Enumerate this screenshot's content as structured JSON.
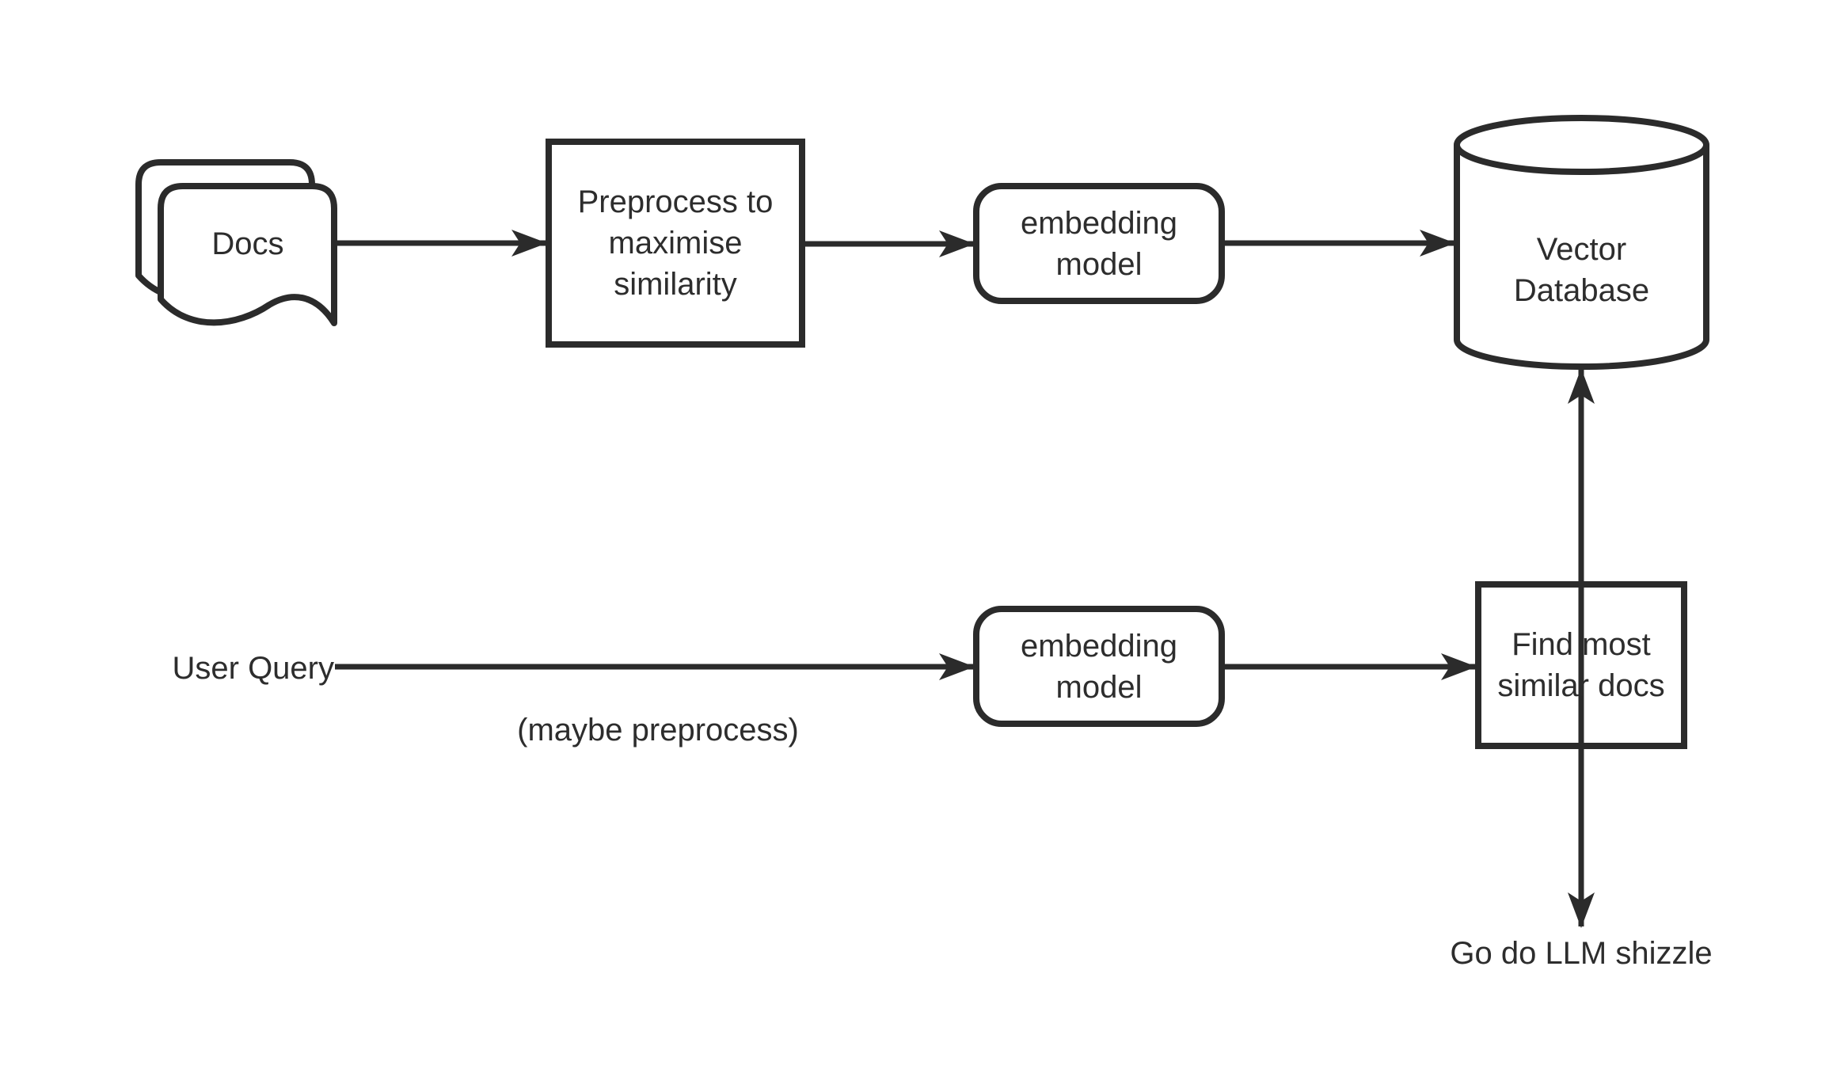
{
  "diagram": {
    "title": "RAG retrieval pipeline flow",
    "background_color": "#ffffff",
    "stroke_color": "#2b2b2b",
    "text_color": "#2d2d2d",
    "nodes": {
      "docs": {
        "label": "Docs",
        "shape": "multi-document"
      },
      "preprocess": {
        "label": "Preprocess to\nmaximise\nsimilarity",
        "shape": "rectangle"
      },
      "embedding_model_top": {
        "label": "embedding\nmodel",
        "shape": "rounded-rectangle"
      },
      "vector_database": {
        "label": "Vector\nDatabase",
        "shape": "cylinder"
      },
      "user_query": {
        "label": "User Query",
        "shape": "text"
      },
      "maybe_preprocess_note": {
        "label": "(maybe preprocess)",
        "shape": "text"
      },
      "embedding_model_bottom": {
        "label": "embedding\nmodel",
        "shape": "rounded-rectangle"
      },
      "find_most_similar": {
        "label": "Find most\nsimilar docs",
        "shape": "rectangle"
      },
      "llm_output": {
        "label": "Go do LLM shizzle",
        "shape": "text"
      }
    },
    "edges": [
      {
        "from": "docs",
        "to": "preprocess",
        "direction": "right"
      },
      {
        "from": "preprocess",
        "to": "embedding_model_top",
        "direction": "right"
      },
      {
        "from": "embedding_model_top",
        "to": "vector_database",
        "direction": "right"
      },
      {
        "from": "user_query",
        "to": "embedding_model_bottom",
        "direction": "right"
      },
      {
        "from": "embedding_model_bottom",
        "to": "find_most_similar",
        "direction": "right"
      },
      {
        "from": "find_most_similar",
        "to": "vector_database",
        "direction": "up"
      },
      {
        "from": "find_most_similar",
        "to": "llm_output",
        "direction": "down"
      }
    ]
  }
}
